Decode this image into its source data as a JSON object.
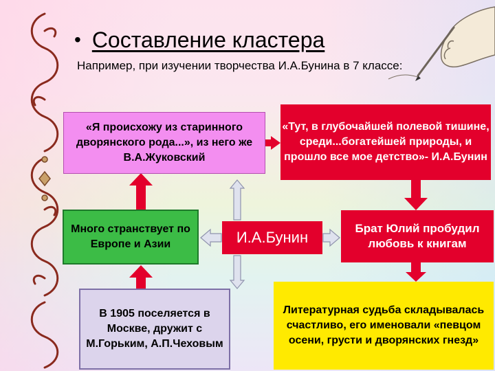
{
  "header": {
    "bullet": "•",
    "title": "Составление кластера",
    "subtitle": "Например, при изучении творчества И.А.Бунина в 7 классе:"
  },
  "center": {
    "label": "И.А.Бунин"
  },
  "nodes": {
    "quote_origin": "«Я происхожу из старинного дворянского рода...», из него же В.А.Жуковский",
    "quote_nature": "«Тут, в глубочайшей полевой тишине, среди...богатейшей природы, и прошло все мое детство»- И.А.Бунин",
    "travels": "Много странствует по Европе и Азии",
    "brother": "Брат Юлий пробудил любовь к книгам",
    "moscow": "В 1905 поселяется в Москве, дружит с М.Горьким, А.П.Чеховым",
    "fate": "Литературная судьба складывалась счастливо, его именовали «певцом осени, грусти и дворянских гнезд»"
  },
  "colors": {
    "red": "#e3002c",
    "pink": "#f38ef0",
    "green": "#3cbc46",
    "lavender": "#dcd4ec",
    "yellow": "#ffea00",
    "connector": "#dfe2ee"
  }
}
